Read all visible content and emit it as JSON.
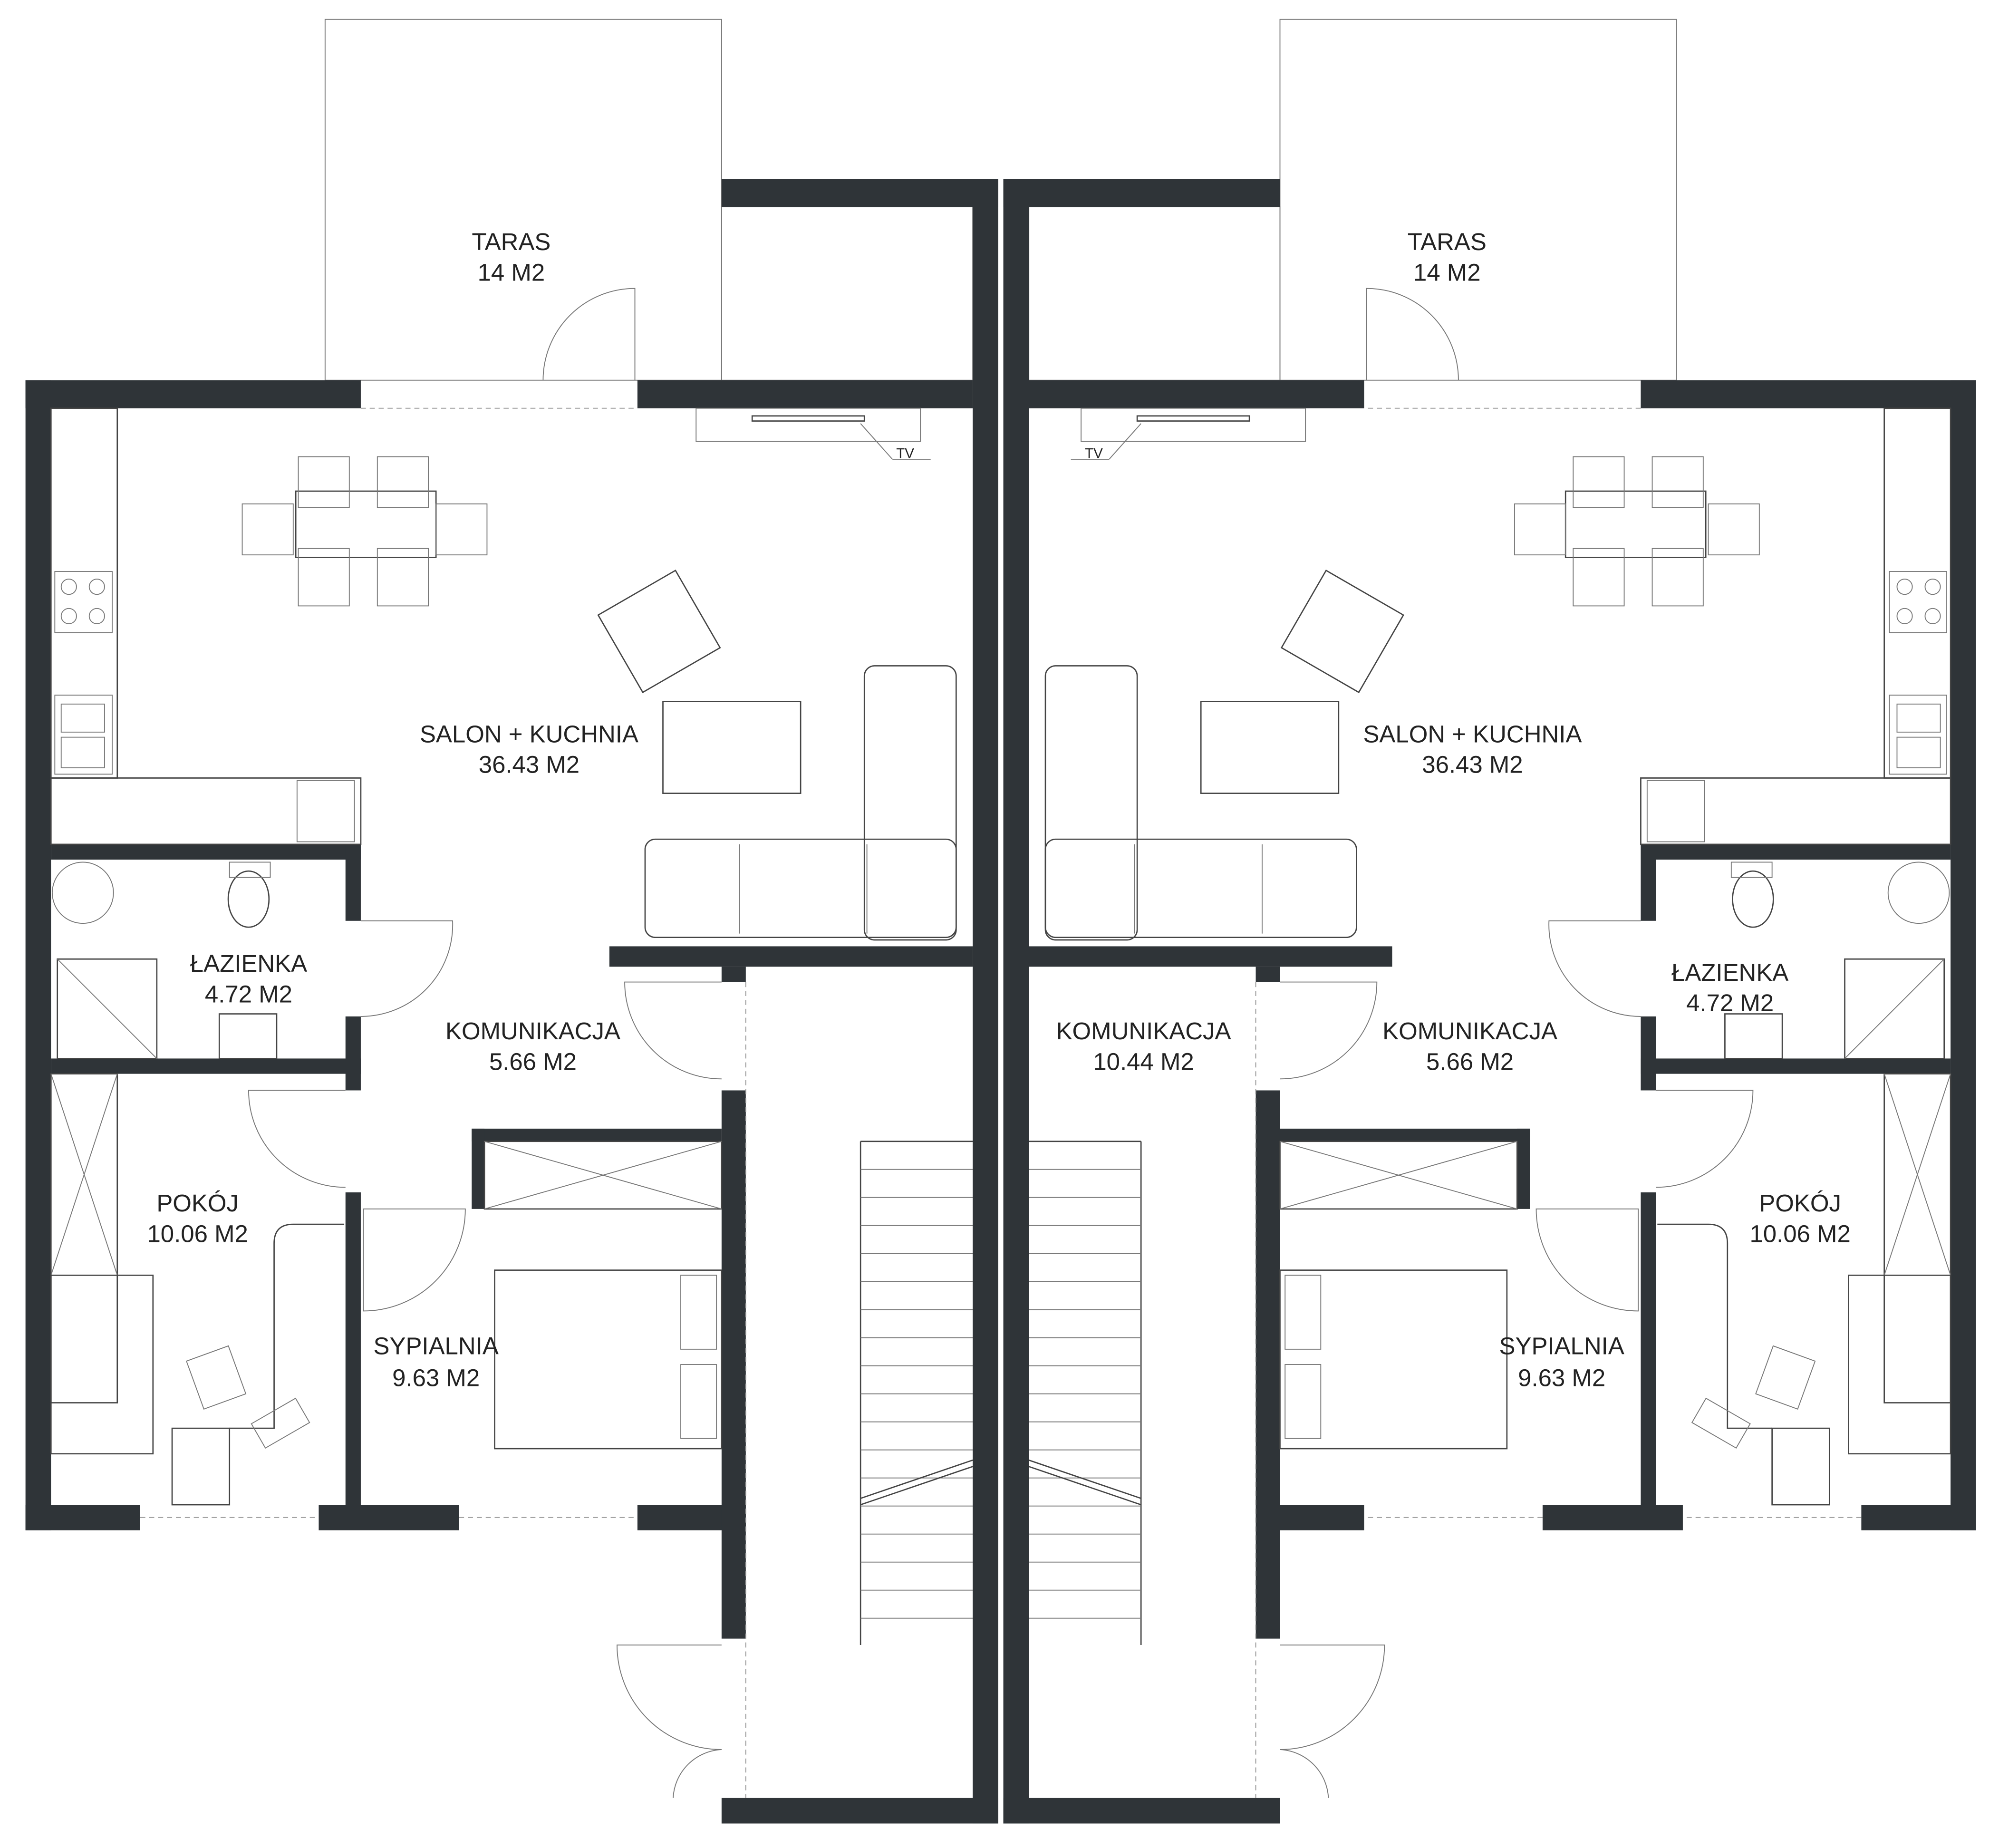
{
  "rooms": {
    "taras_left": {
      "name": "TARAS",
      "area": "14 M2"
    },
    "taras_right": {
      "name": "TARAS",
      "area": "14 M2"
    },
    "salon_left": {
      "name": "SALON + KUCHNIA",
      "area": "36.43 M2"
    },
    "salon_right": {
      "name": "SALON + KUCHNIA",
      "area": "36.43 M2"
    },
    "lazienka_left": {
      "name": "ŁAZIENKA",
      "area": "4.72 M2"
    },
    "lazienka_right": {
      "name": "ŁAZIENKA",
      "area": "4.72 M2"
    },
    "komunikacja_left": {
      "name": "KOMUNIKACJA",
      "area": "5.66 M2"
    },
    "komunikacja_right": {
      "name": "KOMUNIKACJA",
      "area": "5.66 M2"
    },
    "komunikacja_center": {
      "name": "KOMUNIKACJA",
      "area": "10.44 M2"
    },
    "pokoj_left": {
      "name": "POKÓJ",
      "area": "10.06 M2"
    },
    "pokoj_right": {
      "name": "POKÓJ",
      "area": "10.06 M2"
    },
    "sypialnia_left": {
      "name": "SYPIALNIA",
      "area": "9.63 M2"
    },
    "sypialnia_right": {
      "name": "SYPIALNIA",
      "area": "9.63 M2"
    }
  },
  "tv_label": "TV",
  "colors": {
    "wall": "#2f3438",
    "line": "#444444"
  }
}
